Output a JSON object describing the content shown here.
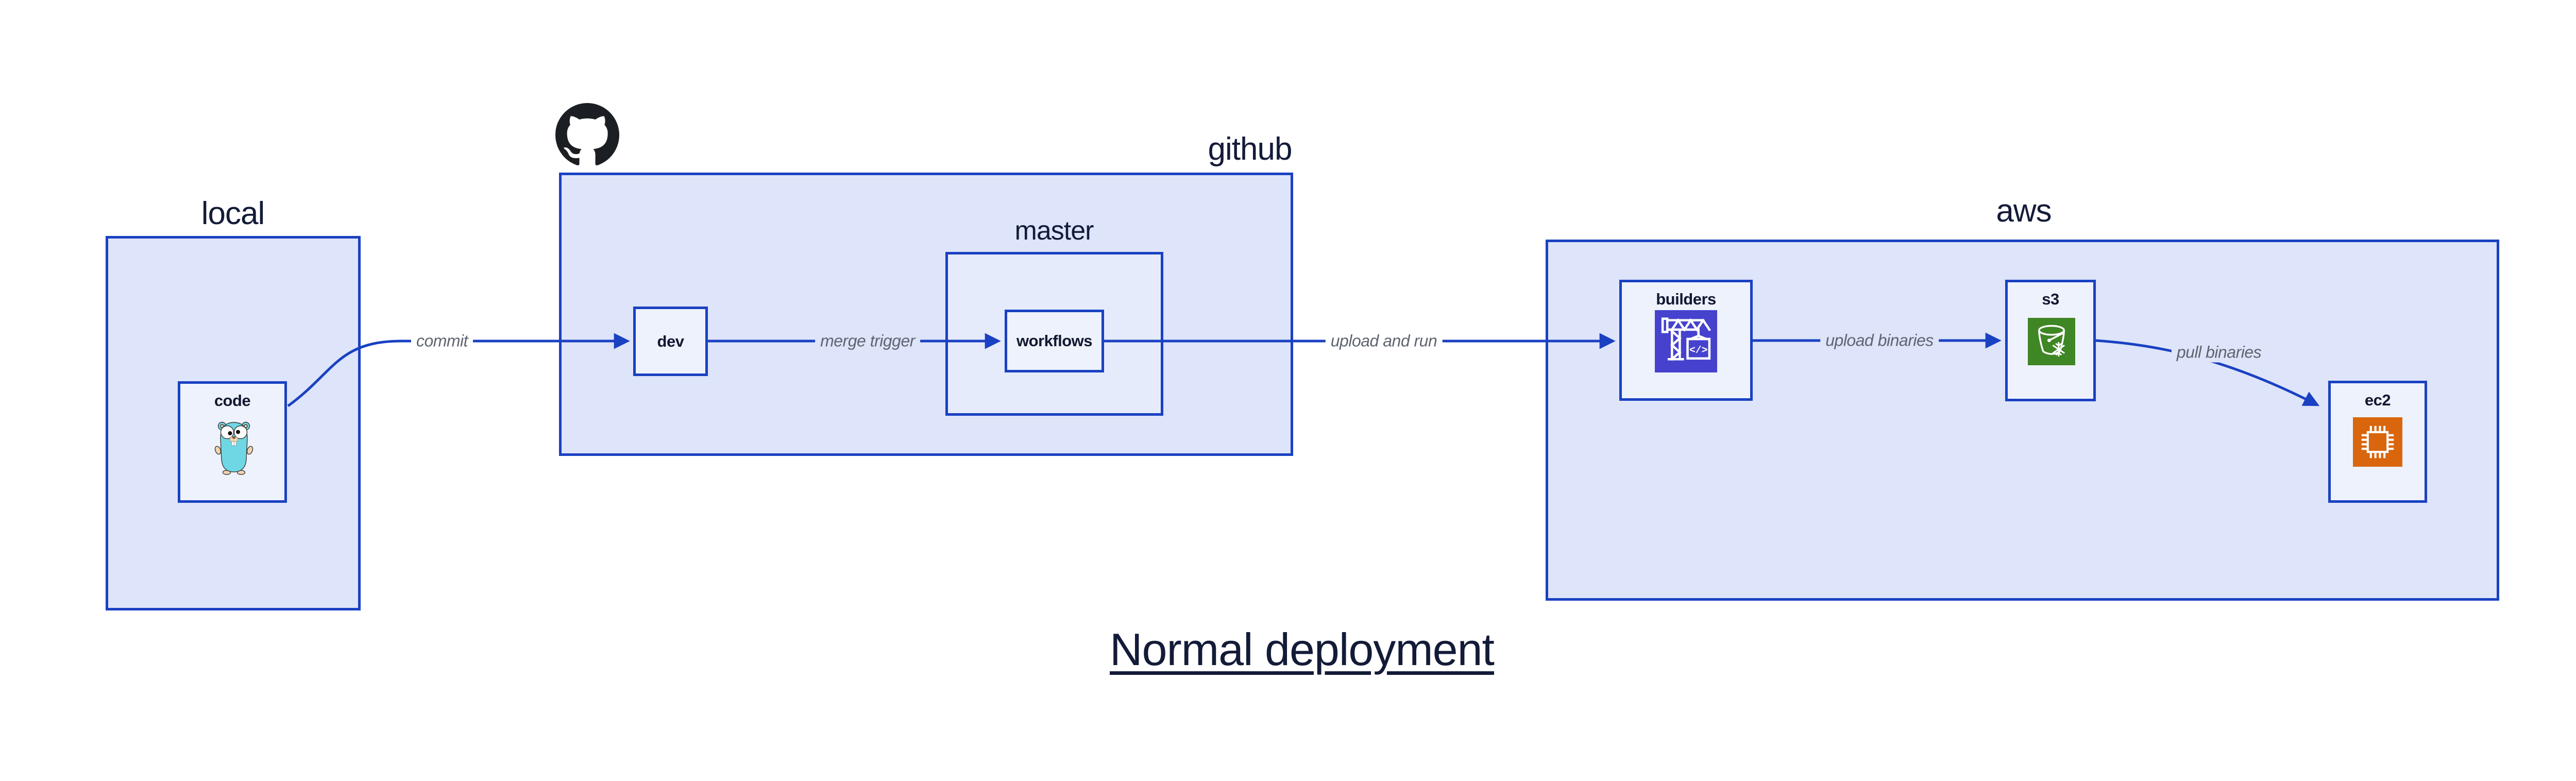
{
  "diagram_title": "Normal deployment",
  "containers": {
    "local": {
      "label": "local"
    },
    "github": {
      "label": "github",
      "logo_icon": "github-octocat-icon"
    },
    "master": {
      "label": "master"
    },
    "aws": {
      "label": "aws"
    }
  },
  "nodes": {
    "code": {
      "label": "code",
      "icon": "go-gopher-icon"
    },
    "dev": {
      "label": "dev"
    },
    "workflows": {
      "label": "workflows"
    },
    "builders": {
      "label": "builders",
      "icon": "aws-codebuild-crane-icon"
    },
    "s3": {
      "label": "s3",
      "icon": "aws-s3-glacier-bucket-icon"
    },
    "ec2": {
      "label": "ec2",
      "icon": "aws-ec2-chip-icon"
    }
  },
  "edges": [
    {
      "label": "commit",
      "from": "code",
      "to": "dev"
    },
    {
      "label": "merge trigger",
      "from": "dev",
      "to": "workflows"
    },
    {
      "label": "upload and run",
      "from": "workflows",
      "to": "builders"
    },
    {
      "label": "upload binaries",
      "from": "builders",
      "to": "s3"
    },
    {
      "label": "pull binaries",
      "from": "s3",
      "to": "ec2"
    }
  ],
  "colors": {
    "border_and_arrow_blue": "#1a41c2",
    "container_fill": "#dee4f9",
    "nested_container_fill": "#e6ebfb",
    "node_fill": "#eef2fc",
    "text_navy": "#131b38",
    "edge_label_gray": "#5f6570",
    "github_logo_black": "#1b1f23",
    "gopher_teal": "#6fd7e4",
    "codebuild_icon_indigo": "#4642ce",
    "s3_icon_green": "#3f8624",
    "ec2_icon_orange": "#d9660d"
  }
}
